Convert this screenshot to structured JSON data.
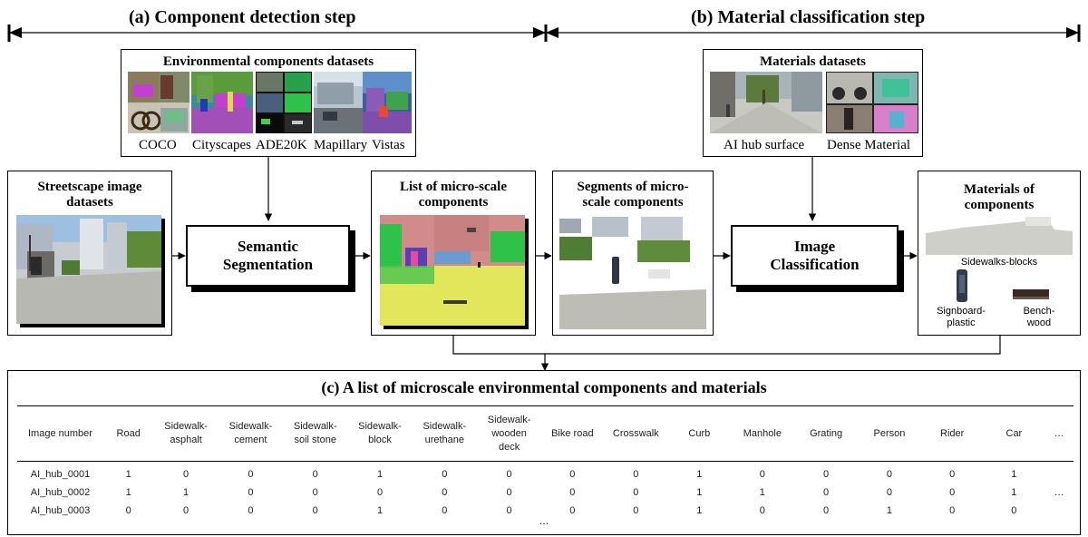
{
  "steps": {
    "a_title": "(a) Component detection step",
    "b_title": "(b) Material classification step"
  },
  "env_datasets": {
    "title": "Environmental components datasets",
    "labels": [
      "COCO",
      "Cityscapes",
      "ADE20K",
      "Mapillary",
      "Vistas"
    ]
  },
  "mat_datasets": {
    "title": "Materials datasets",
    "labels": [
      "AI hub surface",
      "Dense Material"
    ]
  },
  "streetscape": {
    "title_l1": "Streetscape image",
    "title_l2": "datasets"
  },
  "semantic": {
    "l1": "Semantic",
    "l2": "Segmentation"
  },
  "micro_list": {
    "title_l1": "List of micro-scale",
    "title_l2": "components"
  },
  "segments": {
    "title_l1": "Segments of micro-",
    "title_l2": "scale components"
  },
  "image_class": {
    "l1": "Image",
    "l2": "Classification"
  },
  "materials": {
    "title_l1": "Materials of",
    "title_l2": "components",
    "cap_sidewalk": "Sidewalks-blocks",
    "cap_sign_l1": "Signboard-",
    "cap_sign_l2": "plastic",
    "cap_bench_l1": "Bench-",
    "cap_bench_l2": "wood"
  },
  "table": {
    "title": "(c) A list of microscale environmental components and materials",
    "headers": [
      [
        "Image number"
      ],
      [
        "Road"
      ],
      [
        "Sidewalk-",
        "asphalt"
      ],
      [
        "Sidewalk-",
        "cement"
      ],
      [
        "Sidewalk-",
        "soil stone"
      ],
      [
        "Sidewalk-",
        "block"
      ],
      [
        "Sidewalk-",
        "urethane"
      ],
      [
        "Sidewalk-",
        "wooden",
        "deck"
      ],
      [
        "Bike road"
      ],
      [
        "Crosswalk"
      ],
      [
        "Curb"
      ],
      [
        "Manhole"
      ],
      [
        "Grating"
      ],
      [
        "Person"
      ],
      [
        "Rider"
      ],
      [
        "Car"
      ],
      [
        "…"
      ]
    ],
    "rows": [
      [
        "AI_hub_0001",
        "1",
        "0",
        "0",
        "0",
        "1",
        "0",
        "0",
        "0",
        "0",
        "1",
        "0",
        "0",
        "0",
        "0",
        "1",
        ""
      ],
      [
        "AI_hub_0002",
        "1",
        "1",
        "0",
        "0",
        "0",
        "0",
        "0",
        "0",
        "0",
        "1",
        "1",
        "0",
        "0",
        "0",
        "1",
        "…"
      ],
      [
        "AI_hub_0003",
        "0",
        "0",
        "0",
        "0",
        "1",
        "0",
        "0",
        "0",
        "0",
        "1",
        "0",
        "0",
        "1",
        "0",
        "0",
        ""
      ]
    ],
    "ellipsis": "…"
  }
}
